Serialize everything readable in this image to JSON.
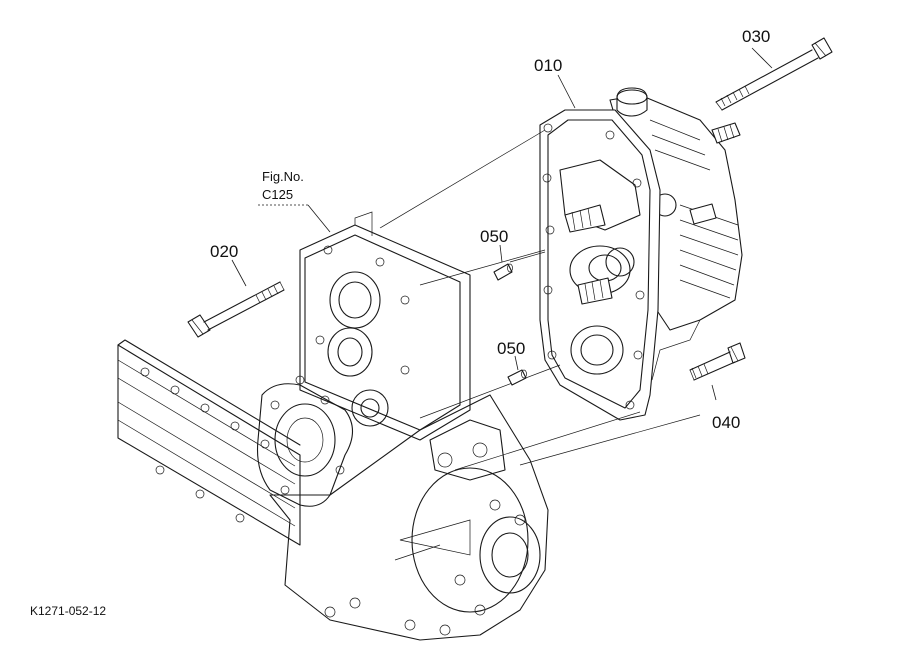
{
  "parts": {
    "p010": "010",
    "p020": "020",
    "p030": "030",
    "p040": "040",
    "p050_upper": "050",
    "p050_lower": "050"
  },
  "figure_ref": {
    "line1": "Fig.No.",
    "line2": "C125"
  },
  "drawing_code": "K1271-052-12"
}
